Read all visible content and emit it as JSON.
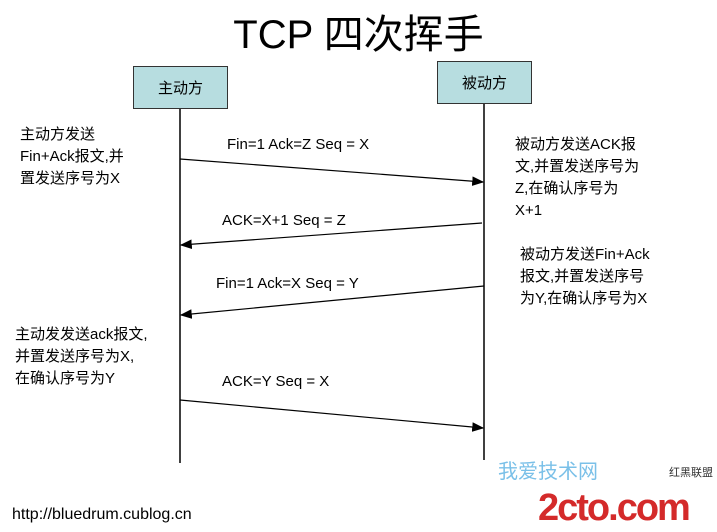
{
  "title": "TCP 四次挥手",
  "actors": {
    "active": "主动方",
    "passive": "被动方"
  },
  "messages": [
    {
      "label": "Fin=1 Ack=Z Seq = X",
      "direction": "active-to-passive"
    },
    {
      "label": "ACK=X+1 Seq = Z",
      "direction": "passive-to-active"
    },
    {
      "label": "Fin=1 Ack=X Seq = Y",
      "direction": "passive-to-active"
    },
    {
      "label": "ACK=Y Seq = X",
      "direction": "active-to-passive"
    }
  ],
  "notes": {
    "active_1": "主动方发送\nFin+Ack报文,并\n置发送序号为X",
    "passive_1": "被动方发送ACK报\n文,并置发送序号为\nZ,在确认序号为\nX+1",
    "passive_2": "被动方发送Fin+Ack\n报文,并置发送序号\n为Y,在确认序号为X",
    "active_2": "主动发发送ack报文,\n并置发送序号为X,\n在确认序号为Y"
  },
  "footer_url": "http://bluedrum.cublog.cn",
  "watermark": {
    "logo": "2cto.com",
    "cn": "我爱技术网",
    "sub": "红黑联盟"
  },
  "colors": {
    "actor_box": "#b7dde0",
    "watermark_red": "#d42a2a"
  }
}
